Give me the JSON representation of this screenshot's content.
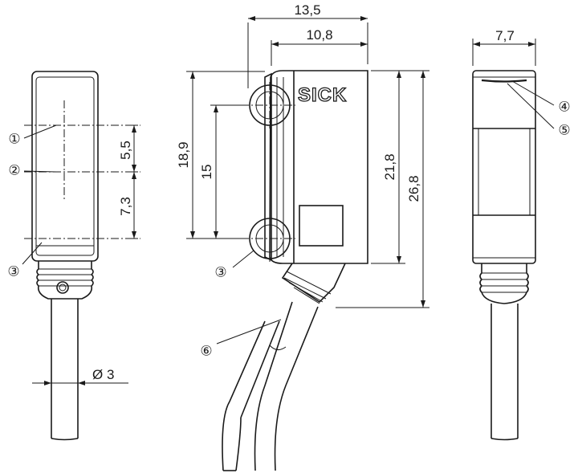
{
  "brand": "SICK",
  "dimensions": {
    "width_overall": "13,5",
    "width_inner": "10,8",
    "width_side": "7,7",
    "height_mount": "18,9",
    "height_holes": "15",
    "height_body": "21,8",
    "height_total": "26,8",
    "offset_upper": "5,5",
    "offset_lower": "7,3",
    "cable_diameter": "Ø 3"
  },
  "callouts": [
    "①",
    "②",
    "③",
    "③",
    "④",
    "⑤",
    "⑥"
  ],
  "colors": {
    "line": "#1a1a1a",
    "background": "#ffffff"
  }
}
